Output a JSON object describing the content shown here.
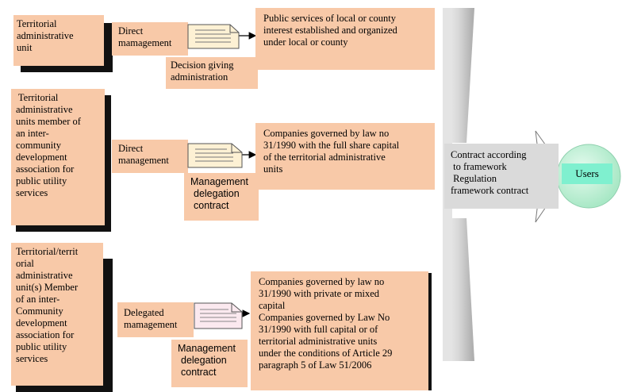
{
  "rows": [
    {
      "unit_lines": [
        "Territorial",
        "administrative",
        "unit"
      ],
      "mgmt_lines": [
        "Direct",
        "mamagement"
      ],
      "instrument_lines": [
        "Decision giving",
        "administration"
      ],
      "result_lines": [
        "Public services of local or county",
        "interest established and organized",
        "under local or county"
      ]
    },
    {
      "unit_lines": [
        " Territorial",
        "administrative",
        "units member of",
        "an inter-",
        "community",
        "development",
        "association for",
        "public utility",
        "services"
      ],
      "mgmt_lines": [
        "Direct",
        "management"
      ],
      "instrument_lines": [
        "Management",
        "delegation",
        "contract"
      ],
      "result_lines": [
        "Companies governed by law no",
        "31/1990 with the full share capital",
        "of the territorial administrative",
        "units"
      ]
    },
    {
      "unit_lines": [
        "Territorial/territ",
        "orial",
        "administrative",
        "unit(s) Member",
        "of an inter-",
        "Community",
        "development",
        "association for",
        "public utility",
        "services"
      ],
      "mgmt_lines": [
        "Delegated",
        "mamagement"
      ],
      "instrument_lines": [
        "Management",
        "delegation",
        "contract"
      ],
      "result_lines": [
        "Companies governed by law no",
        "31/1990 with private or mixed",
        "capital",
        "Companies governed by Law No",
        "31/1990 with full capital or of",
        "territorial administrative units",
        "under the conditions of Article 29",
        "paragraph 5 of Law 51/2006"
      ]
    }
  ],
  "contract_lines": [
    "Contract according",
    " to framework",
    " Regulation",
    "framework contract"
  ],
  "users_label": "Users",
  "colors": {
    "box_fill": "#f8c9a8",
    "users_fill": "#7ff0cf",
    "circle_fill": "#c9f4dc",
    "contract_fill": "#dadada"
  }
}
